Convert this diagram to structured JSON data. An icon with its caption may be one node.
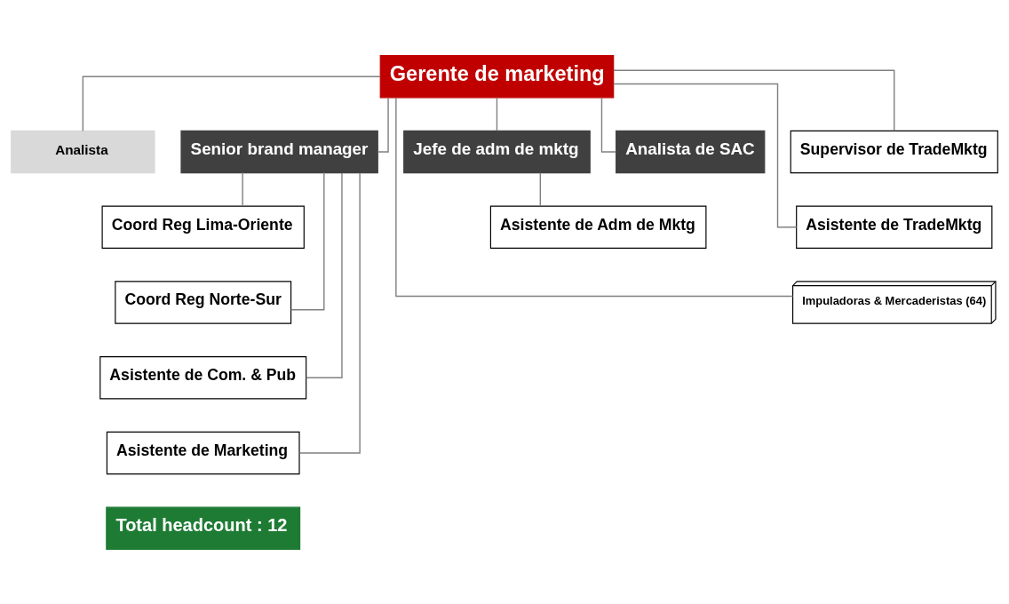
{
  "diagram": {
    "nodes": [
      {
        "text": [
          "Gerente de marketing"
        ]
      },
      {
        "text": [
          "Analista"
        ]
      },
      {
        "text": [
          "Senior brand manager"
        ]
      },
      {
        "text": [
          "Jefe de adm de mktg"
        ]
      },
      {
        "text": [
          "Analista de SAC"
        ]
      },
      {
        "text": [
          "Coord Reg Lima-Oriente"
        ]
      },
      {
        "text": [
          "Coord Reg Norte-Sur"
        ]
      },
      {
        "text": [
          "Asistente de Com. & Pub"
        ]
      },
      {
        "text": [
          "Asistente de Marketing"
        ]
      },
      {
        "text": [
          "Supervisor de TradeMktg"
        ]
      },
      {
        "text": [
          "Asistente de TradeMktg"
        ]
      },
      {
        "text": [
          "Impuladoras & Mercaderistas (64)"
        ]
      },
      {
        "text": [
          "Asistente de Adm de Mktg"
        ]
      },
      {
        "text": [
          "Total headcount : 12"
        ]
      }
    ],
    "edges": [
      {
        "from": 0,
        "to": 1,
        "arrow": "none"
      },
      {
        "from": 0,
        "to": 2,
        "arrow": "none"
      },
      {
        "from": 0,
        "to": 9,
        "arrow": "none"
      },
      {
        "from": 0,
        "to": 10,
        "arrow": "none"
      },
      {
        "from": 0,
        "to": 11,
        "arrow": "none"
      },
      {
        "from": 0,
        "to": 3,
        "arrow": "none"
      },
      {
        "from": 0,
        "to": 4,
        "arrow": "none"
      },
      {
        "from": 2,
        "to": 5,
        "arrow": "none"
      },
      {
        "from": 2,
        "to": 6,
        "arrow": "none"
      },
      {
        "from": 2,
        "to": 7,
        "arrow": "none"
      },
      {
        "from": 2,
        "to": 8,
        "arrow": "none"
      },
      {
        "from": 3,
        "to": 12,
        "arrow": "none"
      }
    ]
  }
}
